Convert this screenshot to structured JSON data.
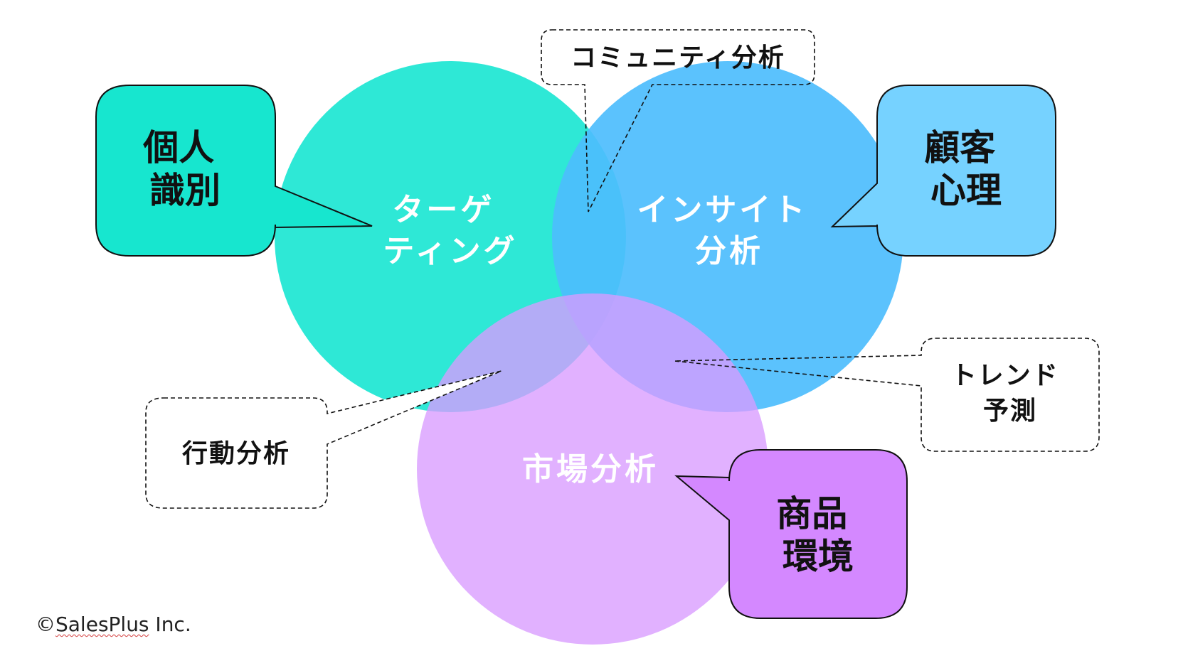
{
  "circles": {
    "targeting": {
      "lines": [
        "ターゲ",
        "ティング"
      ],
      "color": "#2EE8D6"
    },
    "insight": {
      "lines": [
        "インサイト",
        "分析"
      ],
      "color": "#4DBDFD"
    },
    "market": {
      "lines": [
        "市場分析"
      ],
      "color": "#D99BFF"
    }
  },
  "callouts": {
    "individual": {
      "lines": [
        "個人",
        "識別"
      ],
      "color": "#17E6CF"
    },
    "customer": {
      "lines": [
        "顧客",
        "心理"
      ],
      "color": "#76D2FF"
    },
    "product": {
      "lines": [
        "商品",
        "環境"
      ],
      "color": "#D488FF"
    },
    "community": {
      "lines": [
        "コミュニティ分析"
      ]
    },
    "behavior": {
      "lines": [
        "行動分析"
      ]
    },
    "trend": {
      "lines": [
        "トレンド",
        "予測"
      ]
    }
  },
  "copyright": {
    "symbol": "©",
    "company": "SalesPlus",
    "suffix": " Inc."
  }
}
